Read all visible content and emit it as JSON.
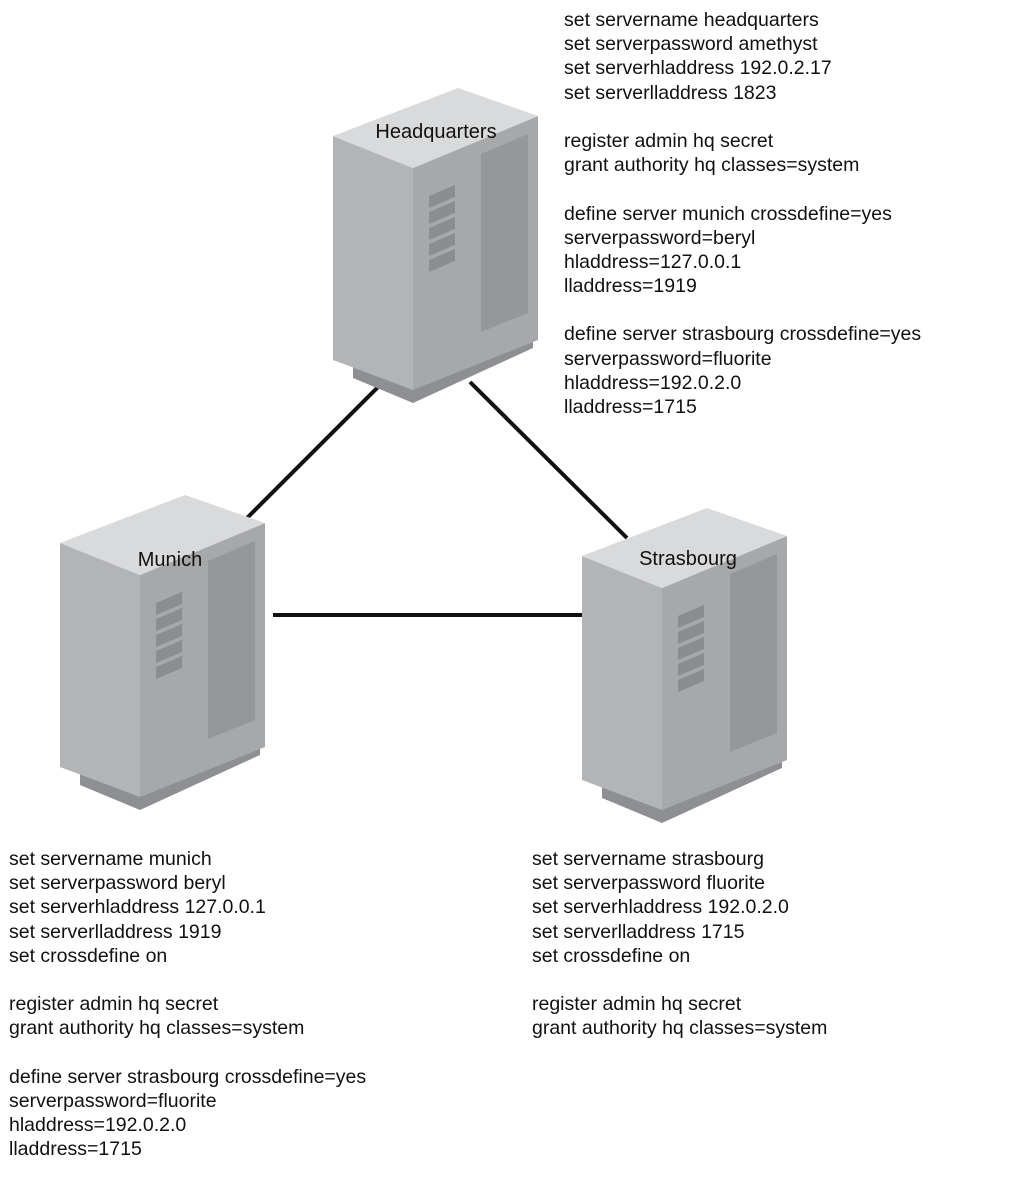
{
  "servers": {
    "headquarters": {
      "label": "Headquarters"
    },
    "munich": {
      "label": "Munich"
    },
    "strasbourg": {
      "label": "Strasbourg"
    }
  },
  "connections": [
    {
      "from": "headquarters",
      "to": "munich"
    },
    {
      "from": "headquarters",
      "to": "strasbourg"
    },
    {
      "from": "munich",
      "to": "strasbourg"
    }
  ],
  "commands": {
    "headquarters": [
      "set servername headquarters",
      "set serverpassword amethyst",
      "set serverhladdress 192.0.2.17",
      "set serverlladdress 1823",
      "",
      "register admin hq secret",
      "grant authority hq classes=system",
      "",
      "define server munich crossdefine=yes",
      "serverpassword=beryl",
      "hladdress=127.0.0.1",
      "lladdress=1919",
      "",
      "define server strasbourg crossdefine=yes",
      "serverpassword=fluorite",
      "hladdress=192.0.2.0",
      "lladdress=1715"
    ],
    "munich": [
      "set servername munich",
      "set serverpassword beryl",
      "set serverhladdress 127.0.0.1",
      "set serverlladdress 1919",
      "set crossdefine on",
      "",
      "register admin hq secret",
      "grant authority hq classes=system",
      "",
      "define server strasbourg crossdefine=yes",
      "serverpassword=fluorite",
      "hladdress=192.0.2.0",
      "lladdress=1715"
    ],
    "strasbourg": [
      "set servername strasbourg",
      "set serverpassword fluorite",
      "set serverhladdress 192.0.2.0",
      "set serverlladdress 1715",
      "set crossdefine on",
      "",
      "register admin hq secret",
      "grant authority hq classes=system"
    ]
  },
  "colors": {
    "tower_front": "#a8a9ab",
    "tower_side": "#bdbec0",
    "tower_top": "#d8d9da",
    "tower_panel": "#9c9da0",
    "tower_base": "#8e8f92",
    "line": "#111111"
  }
}
